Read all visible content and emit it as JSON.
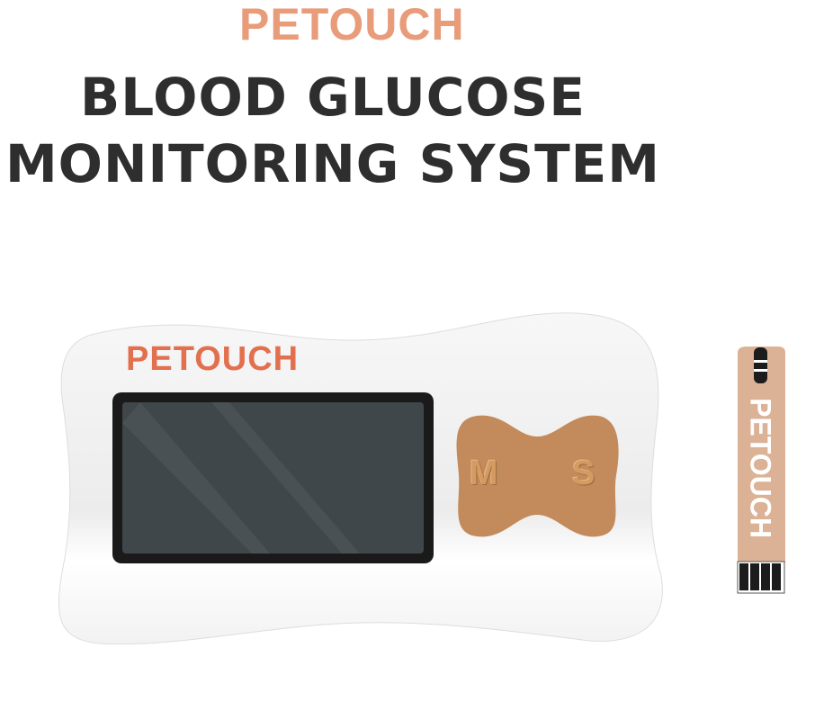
{
  "brand": "PETOUCH",
  "title_line1": "BLOOD GLUCOSE",
  "title_line2": "MONITORING SYSTEM",
  "device": {
    "logo": "PETOUCH",
    "button_m": "M",
    "button_s": "S"
  },
  "strip": {
    "logo": "PETOUCH"
  },
  "colors": {
    "brand": "#e89c7a",
    "pad": "#c38a5c",
    "strip": "#dcb296",
    "screen": "#40474a"
  }
}
